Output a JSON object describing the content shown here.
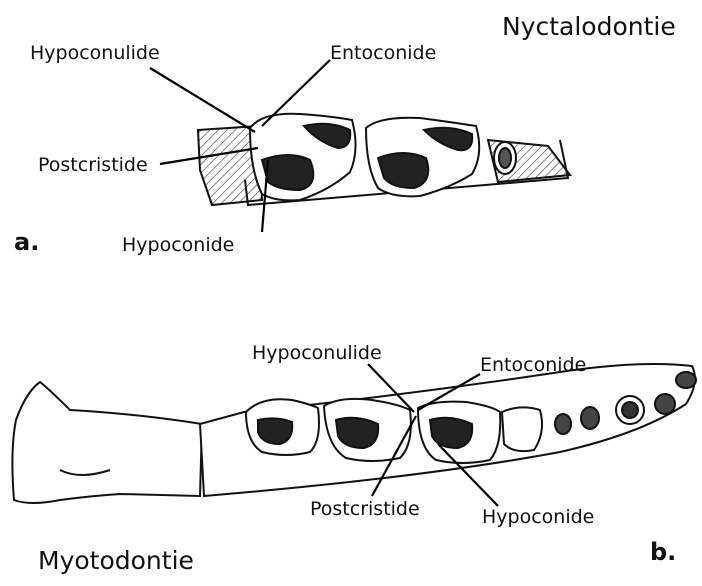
{
  "panel_a": {
    "letter": "a.",
    "title": "Nyctalodontie",
    "labels": {
      "hypoconulide": "Hypoconulide",
      "entoconide": "Entoconide",
      "postcristide": "Postcristide",
      "hypoconide": "Hypoconide"
    }
  },
  "panel_b": {
    "letter": "b.",
    "title": "Myotodontie",
    "labels": {
      "hypoconulide": "Hypoconulide",
      "entoconide": "Entoconide",
      "postcristide": "Postcristide",
      "hypoconide": "Hypoconide"
    }
  }
}
